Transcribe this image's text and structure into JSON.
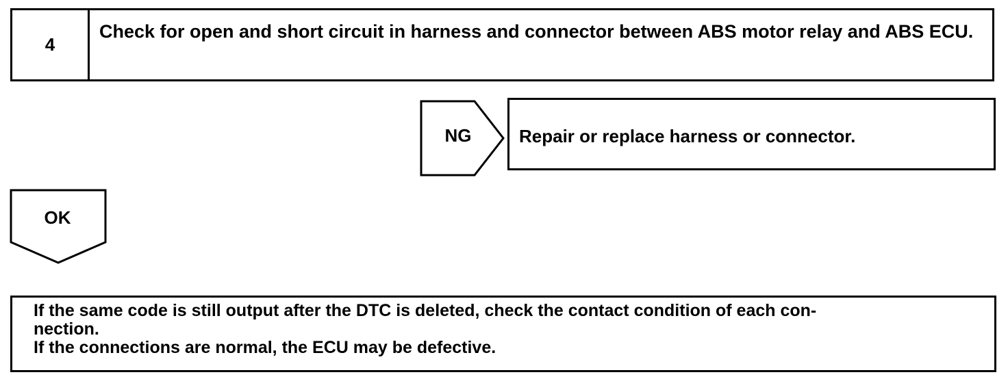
{
  "step": {
    "number": "4",
    "title": "Check for open and short circuit in harness and connector between ABS motor relay and ABS ECU."
  },
  "ng_branch": {
    "label": "NG",
    "result": "Repair or replace harness or connector."
  },
  "ok_branch": {
    "label": "OK"
  },
  "note": {
    "line1": "If the same code is still output after the DTC is deleted, check the contact condition of each con-",
    "line2": "nection.",
    "line3": "If the connections are normal, the ECU may be defective."
  }
}
